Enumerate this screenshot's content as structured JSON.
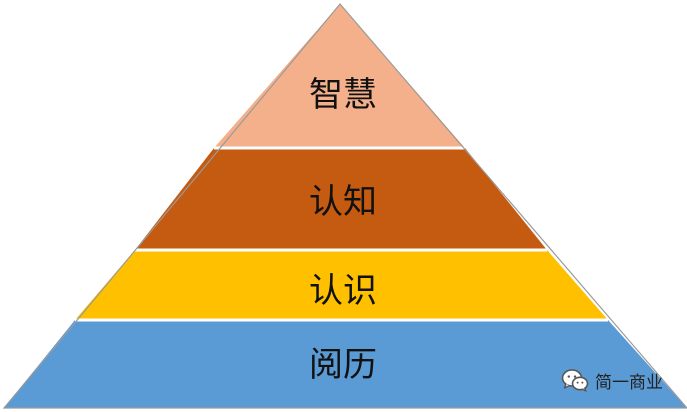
{
  "diagram": {
    "layers": [
      {
        "label": "智慧",
        "color": "#F4B08A"
      },
      {
        "label": "认知",
        "color": "#C55A11"
      },
      {
        "label": "认识",
        "color": "#FFC000"
      },
      {
        "label": "阅历",
        "color": "#5B9BD5"
      }
    ],
    "outline_color": "#7F7F7F"
  },
  "watermark": {
    "icon": "wechat-icon",
    "text": "简一商业"
  }
}
